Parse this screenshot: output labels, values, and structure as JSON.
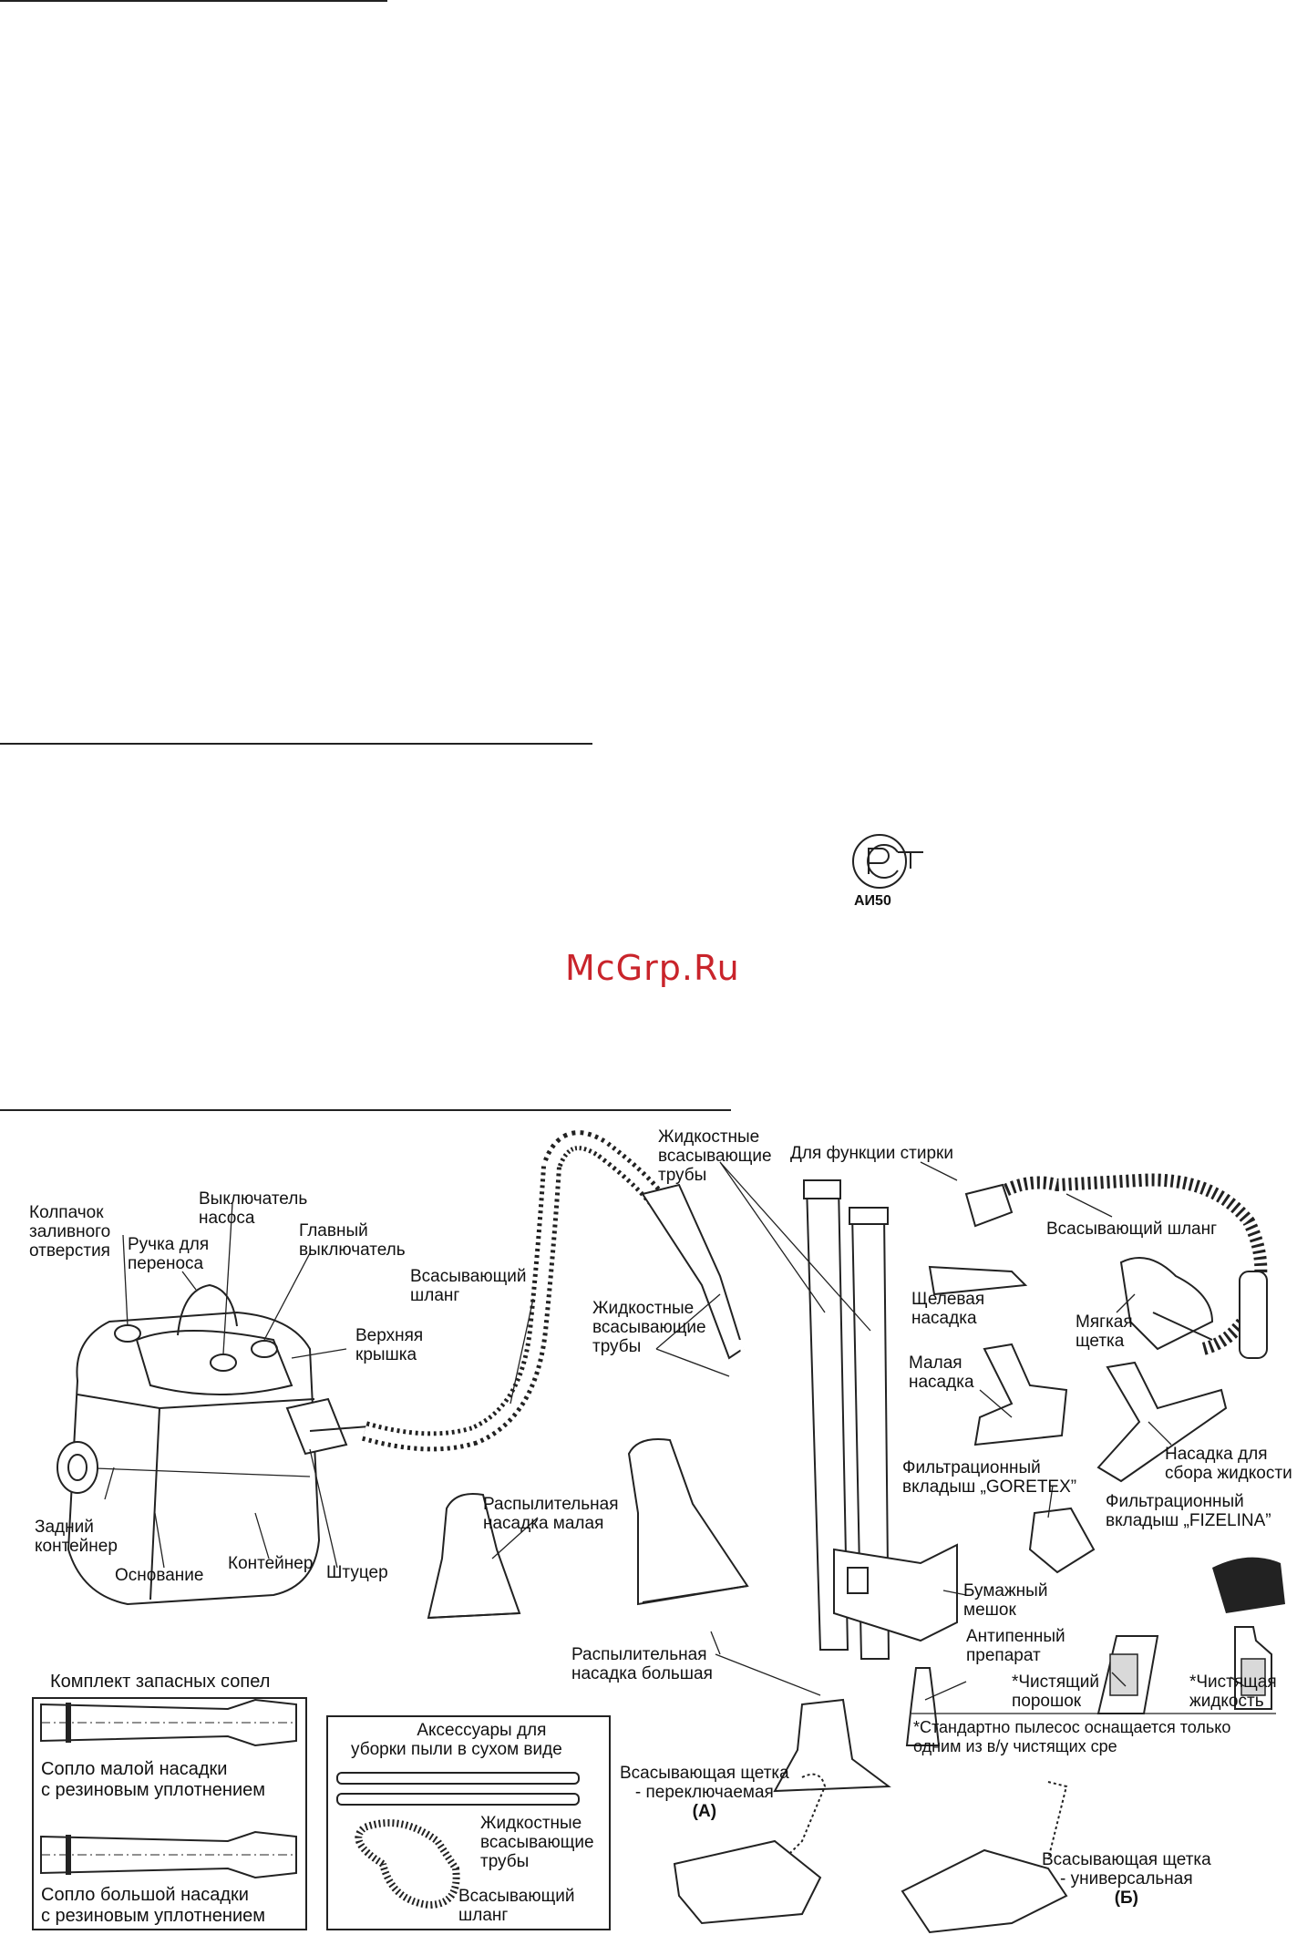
{
  "watermark": "McGrp.Ru",
  "certification": {
    "code": "АИ50"
  },
  "parts": {
    "cap": [
      "Колпачок",
      "заливного",
      "отверстия"
    ],
    "handle": [
      "Ручка для",
      "переноса"
    ],
    "pump_switch": [
      "Выключатель",
      "насоса"
    ],
    "main_switch": [
      "Главный",
      "выключатель"
    ],
    "top_cover": [
      "Верхняя",
      "крышка"
    ],
    "hose_main": [
      "Всасывающий",
      "шланг"
    ],
    "rear_container": [
      "Задний",
      "контейнер"
    ],
    "base": "Основание",
    "container": "Контейнер",
    "fitting": "Штуцер",
    "spray_small": [
      "Распылительная",
      "насадка малая"
    ],
    "spray_large": [
      "Распылительная",
      "насадка большая"
    ],
    "liquid_tubes_1": [
      "Жидкостные",
      "всасывающие",
      "трубы"
    ],
    "liquid_tubes_2": [
      "Жидкостные",
      "всасывающие",
      "трубы"
    ],
    "wash_function": "Для функции стирки",
    "hose_wash": "Всасывающий шланг",
    "crevice": [
      "Щелевая",
      "насадка"
    ],
    "soft_brush": [
      "Мягкая",
      "щетка"
    ],
    "small_nozzle": [
      "Малая",
      "насадка"
    ],
    "liquid_nozzle": [
      "Насадка для",
      "сбора жидкости"
    ],
    "goretex": [
      "Фильтрационный",
      "вкладыш „GORETEX”"
    ],
    "fizelina": [
      "Фильтрационный",
      "вкладыш „FIZELINA”"
    ],
    "paper_bag": [
      "Бумажный",
      "мешок"
    ],
    "antifoam": [
      "Антипенный",
      "препарат"
    ],
    "powder": [
      "*Чистящий",
      "порошок"
    ],
    "liquid": [
      "*Чистящая",
      "жидкость"
    ],
    "footnote": [
      "*Стандартно пылесос оснащается только",
      "одним из в/у чистящих сре"
    ]
  },
  "spare_nozzles": {
    "title": "Комплект запасных сопел",
    "small": [
      "Сопло малой насадки",
      "с резиновым уплотнением"
    ],
    "large": [
      "Сопло большой насадки",
      "с резиновым уплотнением"
    ]
  },
  "dry_accessories": {
    "title": [
      "Аксессуары для",
      "уборки пыли в сухом виде"
    ],
    "tubes": [
      "Жидкостные",
      "всасывающие",
      "трубы"
    ],
    "hose": [
      "Всасывающий",
      "шланг"
    ]
  },
  "brushes": {
    "switchable": [
      "Всасывающая щетка",
      "- переключаемая",
      "(А)"
    ],
    "universal": [
      "Всасывающая щетка",
      "- универсальная",
      "(Б)"
    ]
  }
}
